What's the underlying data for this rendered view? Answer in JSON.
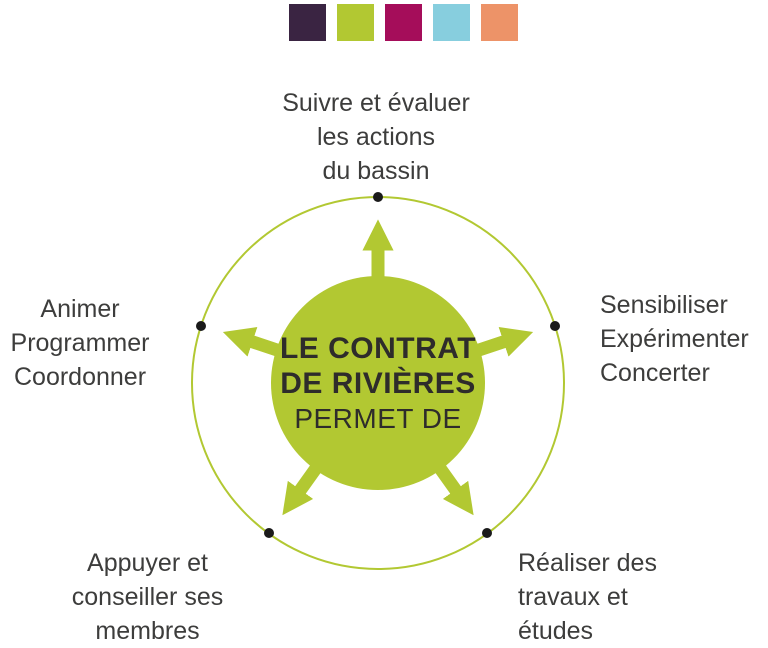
{
  "palette": {
    "swatches": [
      {
        "name": "dark-purple",
        "hex": "#3A2442"
      },
      {
        "name": "green",
        "hex": "#B2C832"
      },
      {
        "name": "magenta",
        "hex": "#A50D5A"
      },
      {
        "name": "light-blue",
        "hex": "#87CEDE"
      },
      {
        "name": "orange",
        "hex": "#ED9368"
      }
    ]
  },
  "colors": {
    "green": "#B2C832",
    "dot": "#1A1A1A",
    "label_text": "#3D3D3C",
    "center_text": "#2E2C2B",
    "background": "#FFFFFF"
  },
  "diagram": {
    "center": {
      "line1": "LE CONTRAT",
      "line2": "DE RIVIÈRES",
      "line3": "PERMET DE"
    },
    "nodes": [
      {
        "position": "top",
        "label": "Suivre et évaluer\nles actions\ndu bassin"
      },
      {
        "position": "right",
        "label": "Sensibiliser\nExpérimenter\nConcerter"
      },
      {
        "position": "bottom-right",
        "label": "Réaliser des\ntravaux et\nétudes"
      },
      {
        "position": "bottom-left",
        "label": "Appuyer et\nconseiller ses\nmembres"
      },
      {
        "position": "left",
        "label": "Animer\nProgrammer\nCoordonner"
      }
    ]
  }
}
